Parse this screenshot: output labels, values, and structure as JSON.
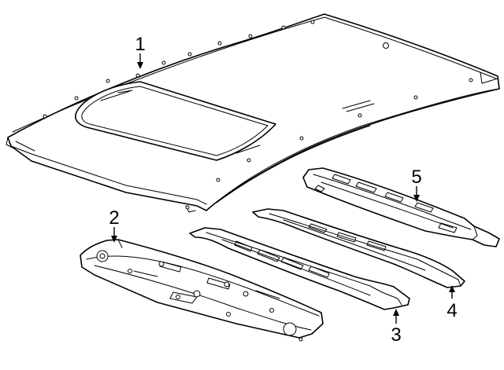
{
  "callouts": {
    "roof_panel": "1",
    "front_header": "2",
    "roof_bow_front": "3",
    "roof_bow_rear": "4",
    "rear_header": "5"
  }
}
